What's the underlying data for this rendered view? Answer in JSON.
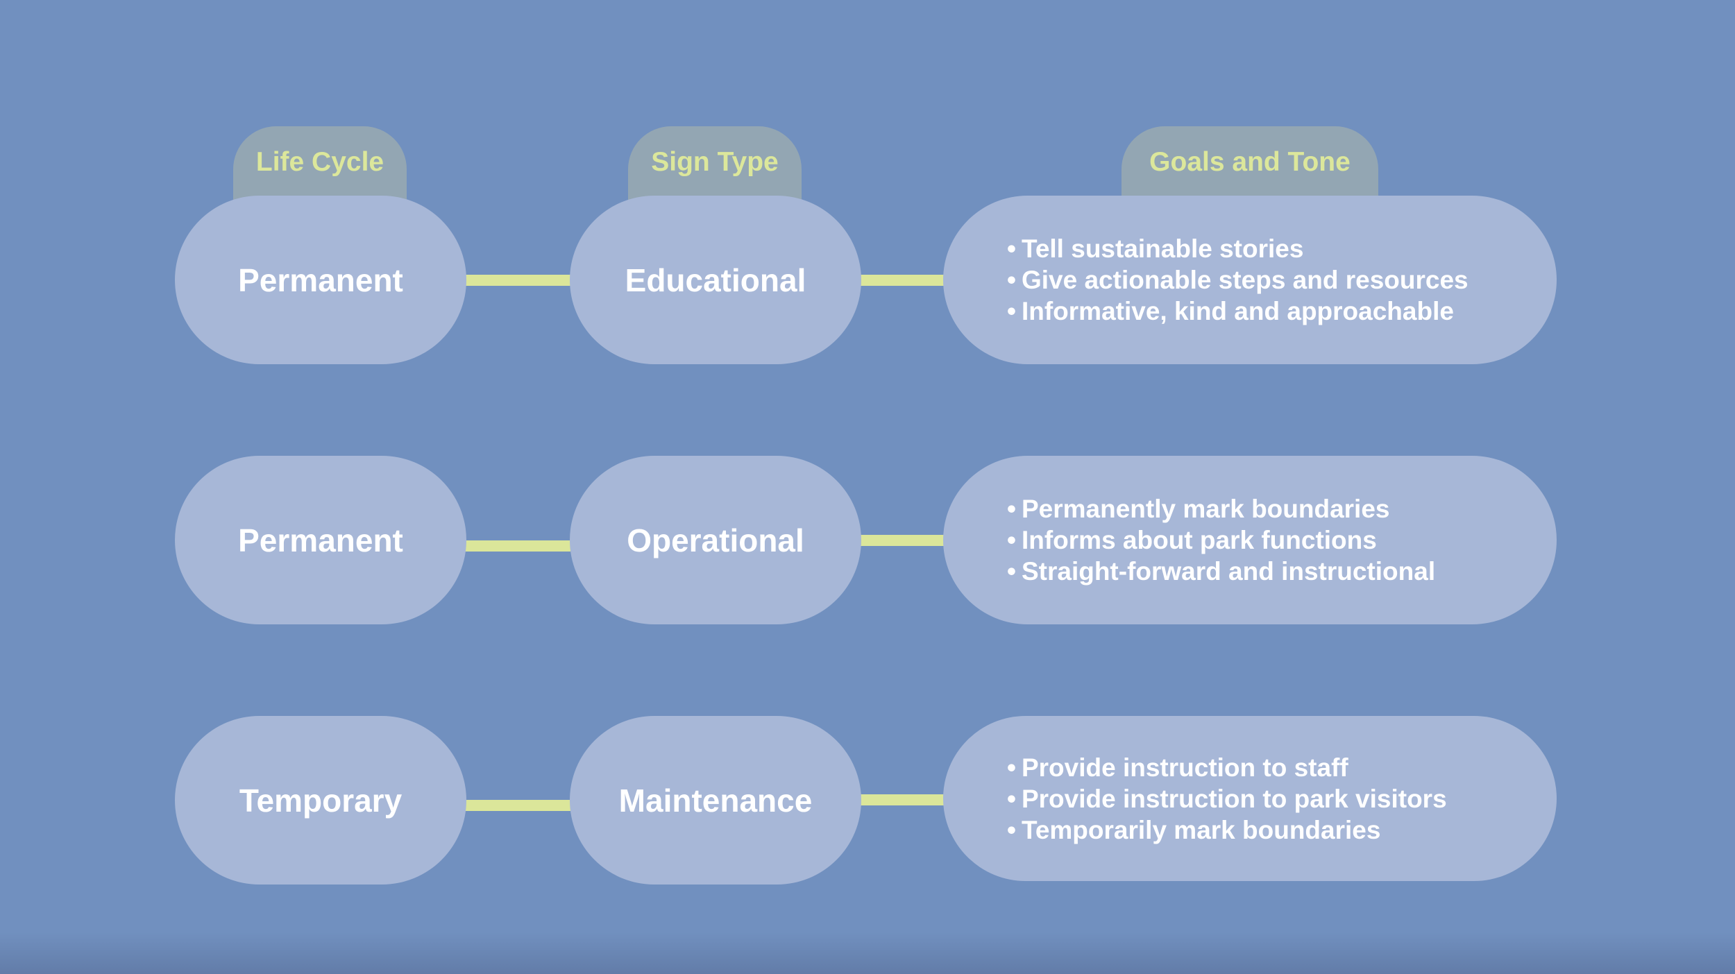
{
  "headers": {
    "life_cycle": "Life Cycle",
    "sign_type": "Sign Type",
    "goals_and_tone": "Goals and Tone"
  },
  "rows": [
    {
      "life_cycle": "Permanent",
      "sign_type": "Educational",
      "goals": [
        "Tell sustainable stories",
        "Give actionable steps and resources",
        "Informative, kind and approachable"
      ]
    },
    {
      "life_cycle": "Permanent",
      "sign_type": "Operational",
      "goals": [
        "Permanently mark boundaries",
        "Informs about park functions",
        "Straight-forward and instructional"
      ]
    },
    {
      "life_cycle": "Temporary",
      "sign_type": "Maintenance",
      "goals": [
        "Provide instruction to staff",
        "Provide instruction to park visitors",
        "Temporarily mark boundaries"
      ]
    }
  ],
  "colors": {
    "background": "#7190bf",
    "pill": "#a7b7d7",
    "tab": "#93a6b3",
    "connector": "#dbe69a",
    "tab_text": "#dce79b",
    "pill_text": "#ffffff"
  }
}
